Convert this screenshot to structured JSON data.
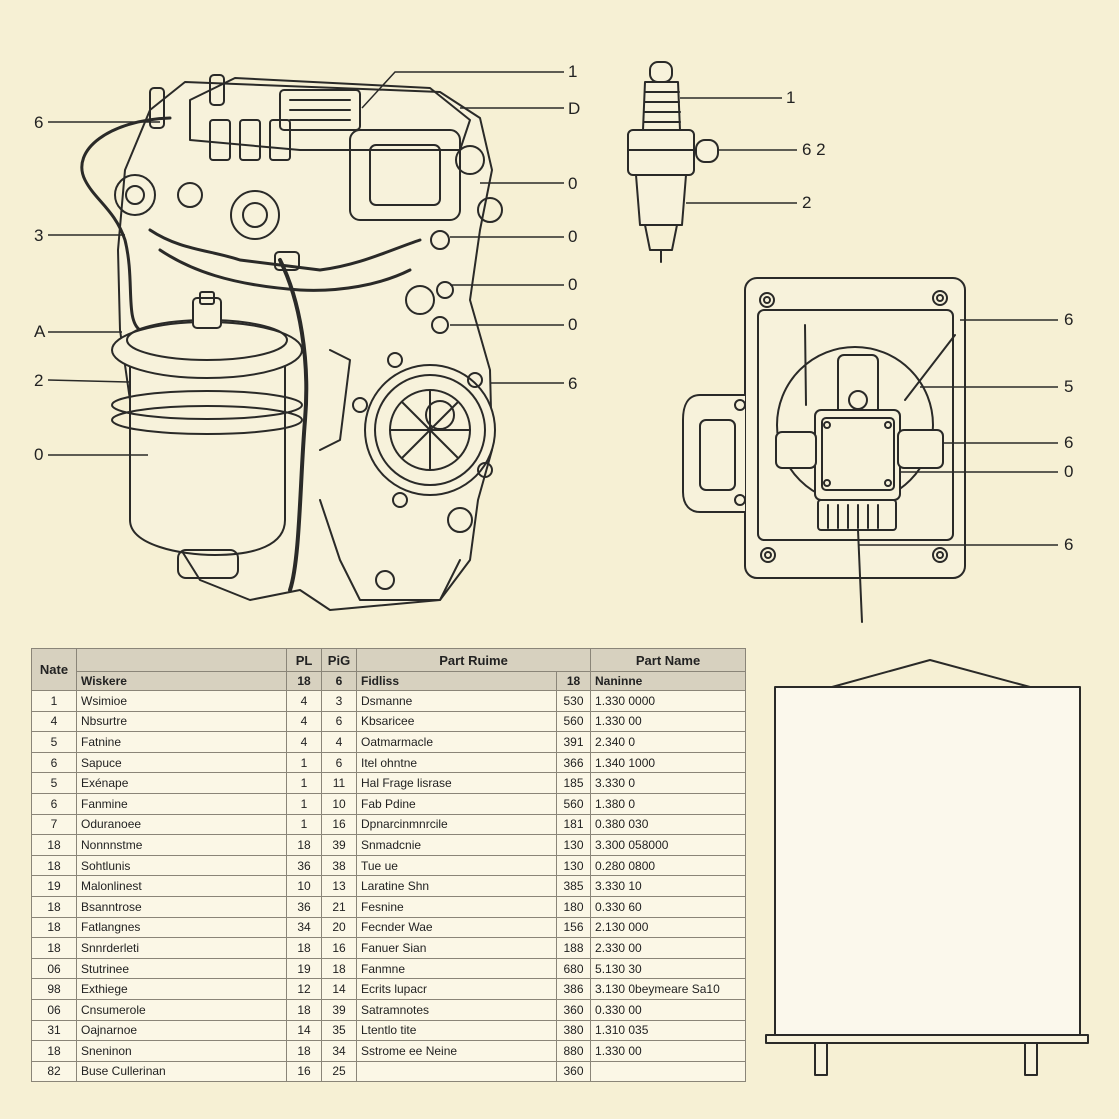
{
  "callouts": {
    "engine_left": [
      "6",
      "3",
      "A",
      "2",
      "0"
    ],
    "engine_right": [
      "1",
      "D",
      "0",
      "0",
      "0",
      "0",
      "6"
    ],
    "spark_plug": [
      "1",
      "6 2",
      "2"
    ],
    "mount_plate": [
      "6",
      "5",
      "6",
      "0",
      "6"
    ]
  },
  "table": {
    "header_row1": [
      "Nate",
      "",
      "PL",
      "PiG",
      "Part Ruime",
      "",
      "Part Name"
    ],
    "header_row2": [
      "",
      "Wiskere",
      "18",
      "6",
      "Fidliss",
      "18",
      "Naninne"
    ],
    "rows": [
      [
        "1",
        "Wsimioe",
        "4",
        "3",
        "Dsmanne",
        "530",
        "1.330 0000"
      ],
      [
        "4",
        "Nbsurtre",
        "4",
        "6",
        "Kbsaricee",
        "560",
        "1.330 00"
      ],
      [
        "5",
        "Fatnine",
        "4",
        "4",
        "Oatmarmacle",
        "391",
        "2.340 0"
      ],
      [
        "6",
        "Sapuce",
        "1",
        "6",
        "Itel ohntne",
        "366",
        "1.340 1000"
      ],
      [
        "5",
        "Exénape",
        "1",
        "11",
        "Hal Frage lisrase",
        "185",
        "3.330 0"
      ],
      [
        "6",
        "Fanmine",
        "1",
        "10",
        "Fab Pdine",
        "560",
        "1.380 0"
      ],
      [
        "7",
        "Oduranoee",
        "1",
        "16",
        "Dpnarcinmnrcile",
        "181",
        "0.380 030"
      ],
      [
        "18",
        "Nonnnstme",
        "18",
        "39",
        "Snmadcnie",
        "130",
        "3.300 058000"
      ],
      [
        "18",
        "Sohtlunis",
        "36",
        "38",
        "Tue ue",
        "130",
        "0.280 0800"
      ],
      [
        "19",
        "Malonlinest",
        "10",
        "13",
        "Laratine Shn",
        "385",
        "3.330 10"
      ],
      [
        "18",
        "Bsanntrose",
        "36",
        "21",
        "Fesnine",
        "180",
        "0.330 60"
      ],
      [
        "18",
        "Fatlangnes",
        "34",
        "20",
        "Fecnder Wae",
        "156",
        "2.130 000"
      ],
      [
        "18",
        "Snnrderleti",
        "18",
        "16",
        "Fanuer Sian",
        "188",
        "2.330 00"
      ],
      [
        "06",
        "Stutrinee",
        "19",
        "18",
        "Fanmne",
        "680",
        "5.130 30"
      ],
      [
        "98",
        "Exthiege",
        "12",
        "14",
        "Ecrits lupacr",
        "386",
        "3.130 0beymeare Sa10"
      ],
      [
        "06",
        "Cnsumerole",
        "18",
        "39",
        "Satramnotes",
        "360",
        "0.330 00"
      ],
      [
        "31",
        "Oajnarnoe",
        "14",
        "35",
        "Ltentlo tite",
        "380",
        "1.310 035"
      ],
      [
        "18",
        "Sneninon",
        "18",
        "34",
        "Sstrome ee Neine",
        "880",
        "1.330 00"
      ],
      [
        "82",
        "Buse Cullerinan",
        "16",
        "25",
        "",
        "360",
        ""
      ]
    ]
  }
}
